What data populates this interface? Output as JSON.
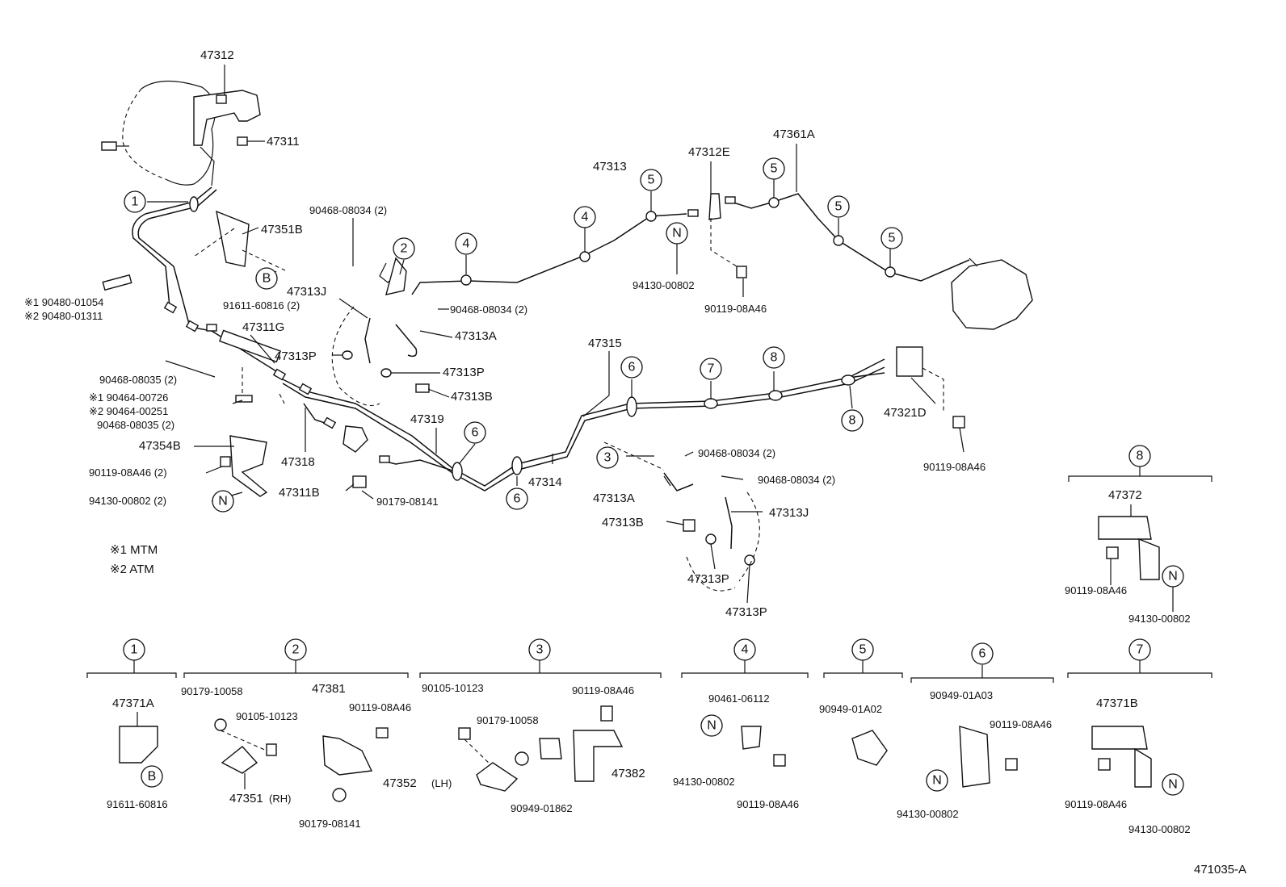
{
  "labels": {
    "l47312": "47312",
    "l47311": "47311",
    "l47351B": "47351B",
    "l90468_08034_a": "90468-08034 (2)",
    "l47313J_a": "47313J",
    "l91611_60816_2": "91611-60816 (2)",
    "l90480_01054": "※1 90480-01054",
    "l90480_01311": "※2 90480-01311",
    "l47311G": "47311G",
    "l47313P_a": "47313P",
    "l90468_08034_b": "90468-08034 (2)",
    "l47313A_a": "47313A",
    "l47313P_b": "47313P",
    "l47313B_a": "47313B",
    "l90468_08035_a": "90468-08035 (2)",
    "l90464_00726": "※1 90464-00726",
    "l90464_00251": "※2 90464-00251",
    "l90468_08035_b": "90468-08035 (2)",
    "l47354B": "47354B",
    "l90119_08A46_2": "90119-08A46 (2)",
    "l94130_00802_2": "94130-00802 (2)",
    "l47318": "47318",
    "l47311B": "47311B",
    "l90179_08141_a": "90179-08141",
    "l47319": "47319",
    "l47314": "47314",
    "l47315": "47315",
    "l47313": "47313",
    "l47312E": "47312E",
    "l47361A": "47361A",
    "l94130_00802_a": "94130-00802",
    "l90119_08A46_a": "90119-08A46",
    "l47321D": "47321D",
    "l90119_08A46_b": "90119-08A46",
    "l90468_08034_c": "90468-08034 (2)",
    "l90468_08034_d": "90468-08034 (2)",
    "l47313A_b": "47313A",
    "l47313J_b": "47313J",
    "l47313B_b": "47313B",
    "l47313P_c": "47313P",
    "l47313P_d": "47313P",
    "l47372": "47372",
    "l90119_08A46_c": "90119-08A46",
    "l94130_00802_b": "94130-00802",
    "legend1": "※1 MTM",
    "legend2": "※2 ATM",
    "s1_47371A": "47371A",
    "s1_91611_60816": "91611-60816",
    "s2_90179_10058": "90179-10058",
    "s2_90105_10123": "90105-10123",
    "s2_47381": "47381",
    "s2_90119_08A46": "90119-08A46",
    "s2_47351RH": "47351",
    "s2_rh": "(RH)",
    "s2_90179_08141": "90179-08141",
    "s3_90105_10123": "90105-10123",
    "s3_90119_08A46": "90119-08A46",
    "s3_90179_10058": "90179-10058",
    "s3_47352": "47352",
    "s3_lh": "(LH)",
    "s3_47382": "47382",
    "s3_90949_01862": "90949-01862",
    "s4_90461_06112": "90461-06112",
    "s4_94130_00802": "94130-00802",
    "s4_90119_08A46": "90119-08A46",
    "s5_90949_01A02": "90949-01A02",
    "s6_90949_01A03": "90949-01A03",
    "s6_90119_08A46": "90119-08A46",
    "s6_94130_00802": "94130-00802",
    "s7_47371B": "47371B",
    "s7_90119_08A46": "90119-08A46",
    "s7_94130_00802": "94130-00802",
    "figure_id": "471035-A"
  },
  "callouts": {
    "one": "1",
    "two": "2",
    "three": "3",
    "four": "4",
    "five": "5",
    "six": "6",
    "seven": "7",
    "eight": "8",
    "B": "B",
    "N": "N"
  }
}
